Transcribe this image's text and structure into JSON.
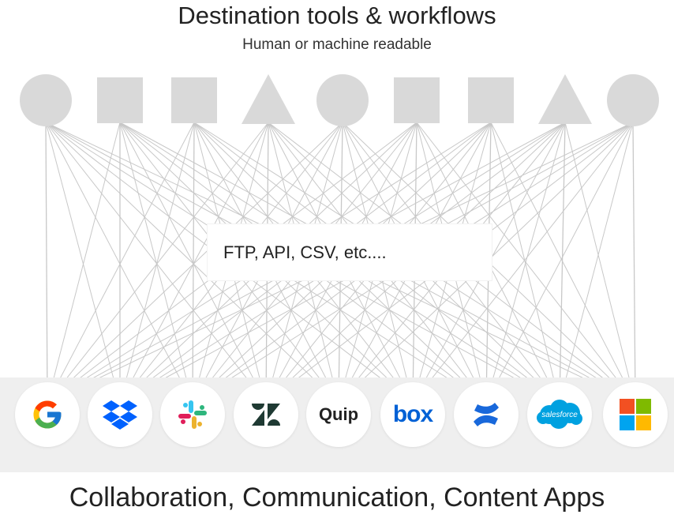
{
  "header": {
    "title": "Destination tools & workflows",
    "subtitle": "Human or machine readable"
  },
  "destinations": [
    "circle",
    "square",
    "square",
    "triangle",
    "circle",
    "square",
    "square",
    "triangle",
    "circle"
  ],
  "center_label": "FTP, API, CSV, etc....",
  "apps": [
    {
      "name": "google-icon",
      "text": ""
    },
    {
      "name": "dropbox-icon",
      "text": ""
    },
    {
      "name": "slack-icon",
      "text": ""
    },
    {
      "name": "zendesk-icon",
      "text": ""
    },
    {
      "name": "quip-icon",
      "text": "Quip"
    },
    {
      "name": "box-icon",
      "text": "box"
    },
    {
      "name": "confluence-icon",
      "text": ""
    },
    {
      "name": "salesforce-icon",
      "text": "salesforce"
    },
    {
      "name": "microsoft-icon",
      "text": ""
    }
  ],
  "footer": {
    "label": "Collaboration, Communication, Content Apps"
  },
  "colors": {
    "shape_fill": "#d9d9d9",
    "line": "#c8c8c8",
    "band": "#efefef",
    "box_blue": "#0061d5",
    "dropbox_blue": "#0061fe",
    "confluence_blue": "#1868db",
    "salesforce_blue": "#00a1e0"
  }
}
